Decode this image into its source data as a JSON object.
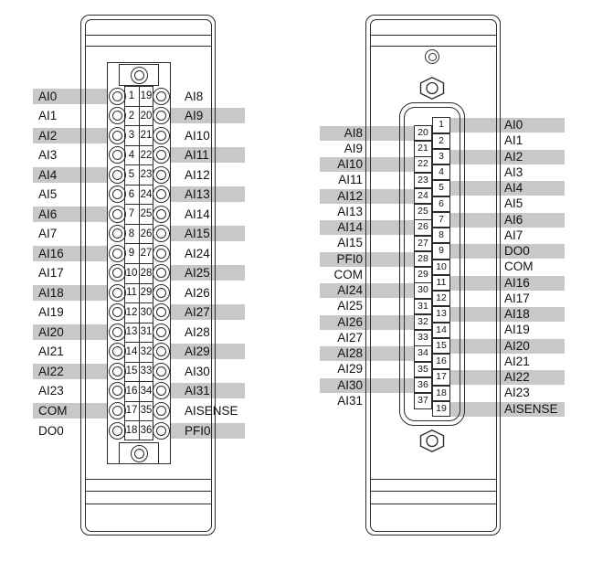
{
  "colors": {
    "line": "#2b2b2b",
    "shade": "#c8c8c8",
    "background": "#ffffff",
    "text": "#111111"
  },
  "left_module": {
    "left_column": [
      {
        "pin": "1",
        "label": "AI0",
        "shaded": true
      },
      {
        "pin": "2",
        "label": "AI1",
        "shaded": false
      },
      {
        "pin": "3",
        "label": "AI2",
        "shaded": true
      },
      {
        "pin": "4",
        "label": "AI3",
        "shaded": false
      },
      {
        "pin": "5",
        "label": "AI4",
        "shaded": true
      },
      {
        "pin": "6",
        "label": "AI5",
        "shaded": false
      },
      {
        "pin": "7",
        "label": "AI6",
        "shaded": true
      },
      {
        "pin": "8",
        "label": "AI7",
        "shaded": false
      },
      {
        "pin": "9",
        "label": "AI16",
        "shaded": true
      },
      {
        "pin": "10",
        "label": "AI17",
        "shaded": false
      },
      {
        "pin": "11",
        "label": "AI18",
        "shaded": true
      },
      {
        "pin": "12",
        "label": "AI19",
        "shaded": false
      },
      {
        "pin": "13",
        "label": "AI20",
        "shaded": true
      },
      {
        "pin": "14",
        "label": "AI21",
        "shaded": false
      },
      {
        "pin": "15",
        "label": "AI22",
        "shaded": true
      },
      {
        "pin": "16",
        "label": "AI23",
        "shaded": false
      },
      {
        "pin": "17",
        "label": "COM",
        "shaded": true
      },
      {
        "pin": "18",
        "label": "DO0",
        "shaded": false
      }
    ],
    "right_column": [
      {
        "pin": "19",
        "label": "AI8",
        "shaded": false
      },
      {
        "pin": "20",
        "label": "AI9",
        "shaded": true
      },
      {
        "pin": "21",
        "label": "AI10",
        "shaded": false
      },
      {
        "pin": "22",
        "label": "AI11",
        "shaded": true
      },
      {
        "pin": "23",
        "label": "AI12",
        "shaded": false
      },
      {
        "pin": "24",
        "label": "AI13",
        "shaded": true
      },
      {
        "pin": "25",
        "label": "AI14",
        "shaded": false
      },
      {
        "pin": "26",
        "label": "AI15",
        "shaded": true
      },
      {
        "pin": "27",
        "label": "AI24",
        "shaded": false
      },
      {
        "pin": "28",
        "label": "AI25",
        "shaded": true
      },
      {
        "pin": "29",
        "label": "AI26",
        "shaded": false
      },
      {
        "pin": "30",
        "label": "AI27",
        "shaded": true
      },
      {
        "pin": "31",
        "label": "AI28",
        "shaded": false
      },
      {
        "pin": "32",
        "label": "AI29",
        "shaded": true
      },
      {
        "pin": "33",
        "label": "AI30",
        "shaded": false
      },
      {
        "pin": "34",
        "label": "AI31",
        "shaded": true
      },
      {
        "pin": "35",
        "label": "AISENSE",
        "shaded": false
      },
      {
        "pin": "36",
        "label": "PFI0",
        "shaded": true
      }
    ]
  },
  "right_module": {
    "left_column": [
      {
        "pin": "20",
        "label": "AI8",
        "shaded": true
      },
      {
        "pin": "21",
        "label": "AI9",
        "shaded": false
      },
      {
        "pin": "22",
        "label": "AI10",
        "shaded": true
      },
      {
        "pin": "23",
        "label": "AI11",
        "shaded": false
      },
      {
        "pin": "24",
        "label": "AI12",
        "shaded": true
      },
      {
        "pin": "25",
        "label": "AI13",
        "shaded": false
      },
      {
        "pin": "26",
        "label": "AI14",
        "shaded": true
      },
      {
        "pin": "27",
        "label": "AI15",
        "shaded": false
      },
      {
        "pin": "28",
        "label": "PFI0",
        "shaded": true
      },
      {
        "pin": "29",
        "label": "COM",
        "shaded": false
      },
      {
        "pin": "30",
        "label": "AI24",
        "shaded": true
      },
      {
        "pin": "31",
        "label": "AI25",
        "shaded": false
      },
      {
        "pin": "32",
        "label": "AI26",
        "shaded": true
      },
      {
        "pin": "33",
        "label": "AI27",
        "shaded": false
      },
      {
        "pin": "34",
        "label": "AI28",
        "shaded": true
      },
      {
        "pin": "35",
        "label": "AI29",
        "shaded": false
      },
      {
        "pin": "36",
        "label": "AI30",
        "shaded": true
      },
      {
        "pin": "37",
        "label": "AI31",
        "shaded": false
      }
    ],
    "right_column": [
      {
        "pin": "1",
        "label": "AI0",
        "shaded": true
      },
      {
        "pin": "2",
        "label": "AI1",
        "shaded": false
      },
      {
        "pin": "3",
        "label": "AI2",
        "shaded": true
      },
      {
        "pin": "4",
        "label": "AI3",
        "shaded": false
      },
      {
        "pin": "5",
        "label": "AI4",
        "shaded": true
      },
      {
        "pin": "6",
        "label": "AI5",
        "shaded": false
      },
      {
        "pin": "7",
        "label": "AI6",
        "shaded": true
      },
      {
        "pin": "8",
        "label": "AI7",
        "shaded": false
      },
      {
        "pin": "9",
        "label": "DO0",
        "shaded": true
      },
      {
        "pin": "10",
        "label": "COM",
        "shaded": false
      },
      {
        "pin": "11",
        "label": "AI16",
        "shaded": true
      },
      {
        "pin": "12",
        "label": "AI17",
        "shaded": false
      },
      {
        "pin": "13",
        "label": "AI18",
        "shaded": true
      },
      {
        "pin": "14",
        "label": "AI19",
        "shaded": false
      },
      {
        "pin": "15",
        "label": "AI20",
        "shaded": true
      },
      {
        "pin": "16",
        "label": "AI21",
        "shaded": false
      },
      {
        "pin": "17",
        "label": "AI22",
        "shaded": true
      },
      {
        "pin": "18",
        "label": "AI23",
        "shaded": false
      },
      {
        "pin": "19",
        "label": "AISENSE",
        "shaded": true
      }
    ]
  }
}
